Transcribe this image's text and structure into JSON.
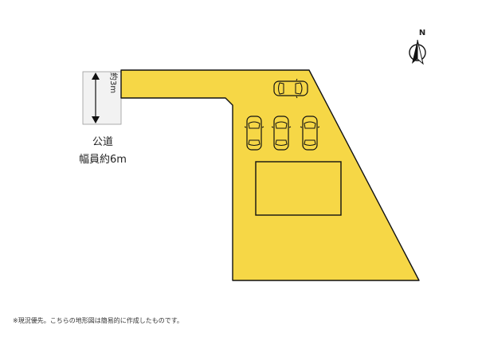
{
  "compass": {
    "letter": "N"
  },
  "frontage": {
    "width_label": "約3m"
  },
  "road": {
    "label": "公道",
    "width": "幅員約6m"
  },
  "parking": {
    "car_count": 4
  },
  "footnote": "※現況優先。こちらの地形図は簡易的に作成したものです。",
  "colors": {
    "lot_fill": "#f6d746",
    "outline": "#111111",
    "frontage_fill": "#f2f2f2"
  }
}
